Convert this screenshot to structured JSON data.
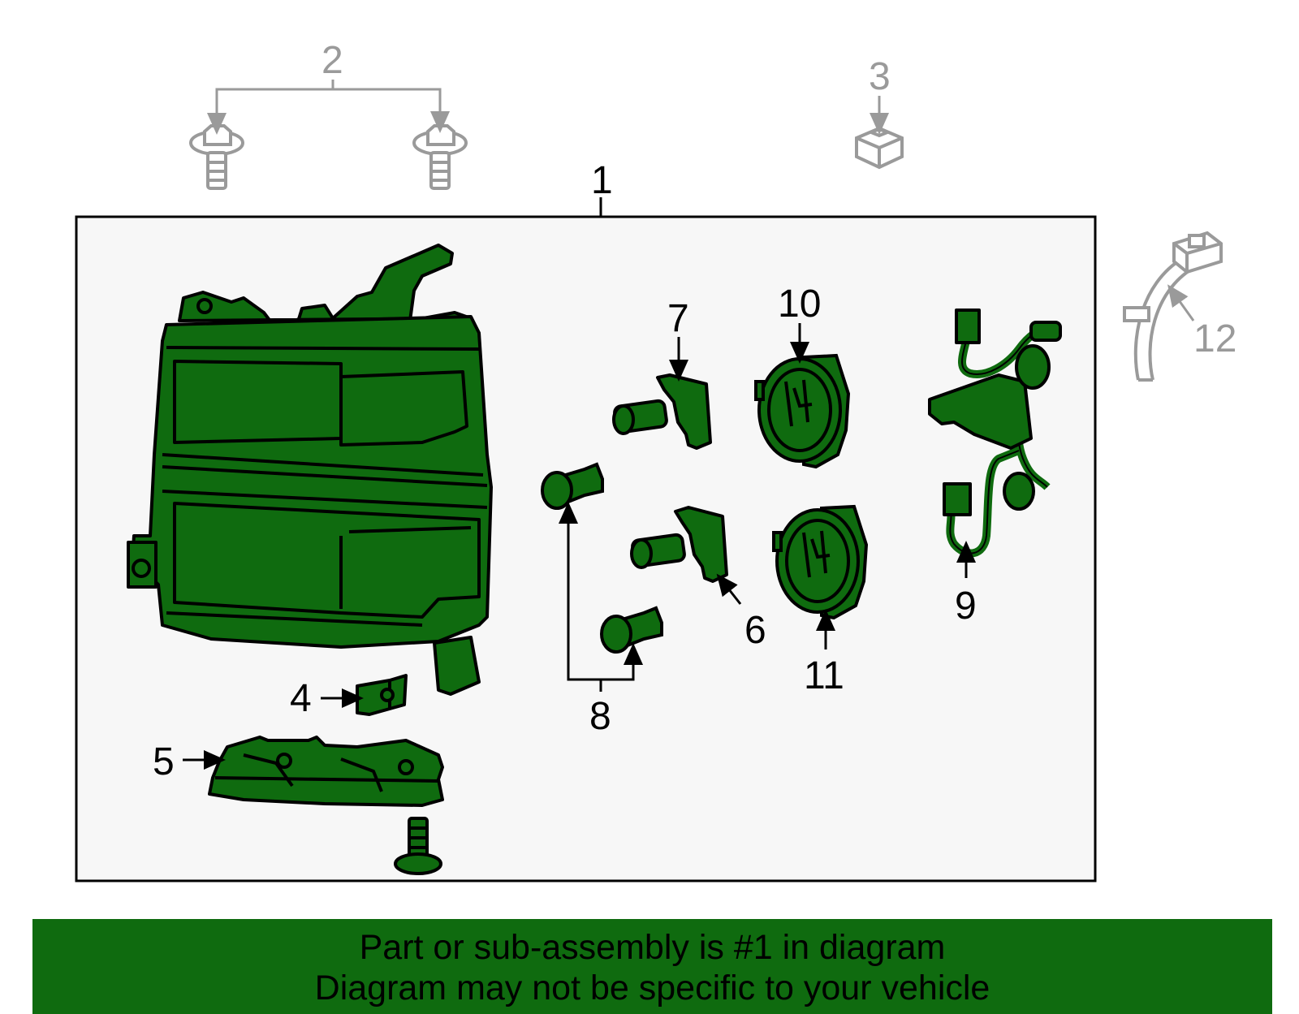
{
  "colors": {
    "part_fill": "#0f6b0f",
    "outline": "#000000",
    "panel_bg": "#f7f7f7",
    "excluded_part": "#9a9a9a",
    "banner_bg": "#0f6b0f",
    "banner_text": "#000000"
  },
  "callouts": {
    "c1": "1",
    "c2": "2",
    "c3": "3",
    "c4": "4",
    "c5": "5",
    "c6": "6",
    "c7": "7",
    "c8": "8",
    "c9": "9",
    "c10": "10",
    "c11": "11",
    "c12": "12"
  },
  "banner": {
    "line1": "Part or sub-assembly is #1 in diagram",
    "line2": "Diagram may not be specific to your vehicle"
  }
}
